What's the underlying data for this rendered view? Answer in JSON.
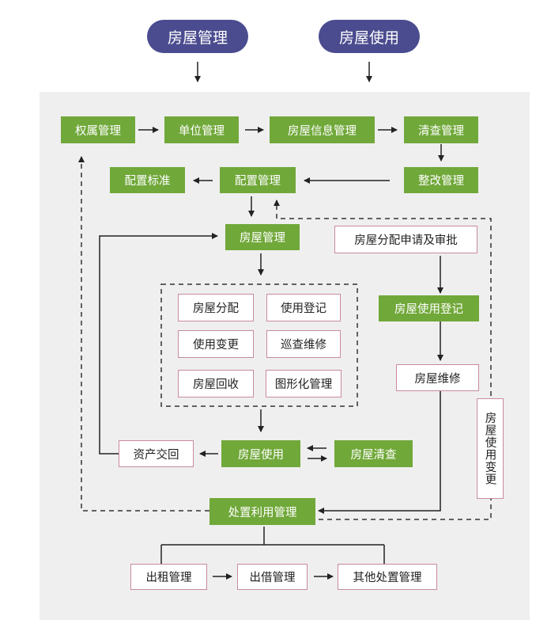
{
  "colors": {
    "top_pill": "#4b4c8f",
    "green_box": "#71a83a",
    "outline_box": "#c98aa0",
    "panel": "#efefef",
    "line": "#333333"
  },
  "top": {
    "house_management": "房屋管理",
    "house_usage": "房屋使用"
  },
  "row1": {
    "ownership": "权属管理",
    "unit": "单位管理",
    "house_info": "房屋信息管理",
    "inventory_check": "清查管理"
  },
  "row2": {
    "config_standard": "配置标准",
    "config_management": "配置管理",
    "rectification": "整改管理"
  },
  "mid": {
    "house_management": "房屋管理",
    "alloc_apply": "房屋分配申请及审批"
  },
  "grid": {
    "allocation": "房屋分配",
    "usage_register": "使用登记",
    "usage_change": "使用变更",
    "patrol_repair": "巡查维修",
    "recycle": "房屋回收",
    "graphic_management": "图形化管理"
  },
  "right": {
    "usage_register": "房屋使用登记",
    "repair": "房屋维修",
    "usage_change": "房屋使用变更"
  },
  "lower": {
    "asset_return": "资产交回",
    "house_use": "房屋使用",
    "house_check": "房屋清查",
    "disposal": "处置利用管理"
  },
  "bottom": {
    "rent": "出租管理",
    "lend": "出借管理",
    "other_disposal": "其他处置管理"
  }
}
